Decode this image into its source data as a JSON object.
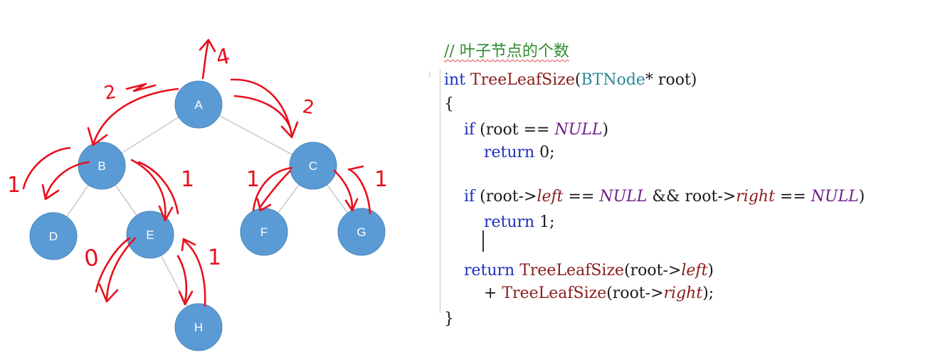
{
  "tree": {
    "nodes": [
      {
        "id": "A",
        "label": "A"
      },
      {
        "id": "B",
        "label": "B"
      },
      {
        "id": "C",
        "label": "C"
      },
      {
        "id": "D",
        "label": "D"
      },
      {
        "id": "E",
        "label": "E"
      },
      {
        "id": "F",
        "label": "F"
      },
      {
        "id": "G",
        "label": "G"
      },
      {
        "id": "H",
        "label": "H"
      }
    ],
    "edges": [
      [
        "A",
        "B"
      ],
      [
        "A",
        "C"
      ],
      [
        "B",
        "D"
      ],
      [
        "B",
        "E"
      ],
      [
        "E",
        "H"
      ],
      [
        "C",
        "F"
      ],
      [
        "C",
        "G"
      ]
    ],
    "node_color": "#5b9bd5",
    "edge_color": "#c8ccd2"
  },
  "annotations": {
    "ink_color": "#e8101d",
    "marks": {
      "root_return": "4",
      "a_to_b": "2",
      "a_to_c": "2",
      "b_to_d": "1",
      "b_to_e": "1",
      "e_to_d": "0",
      "e_to_h": "1",
      "c_to_f": "1",
      "c_to_g": "1"
    }
  },
  "code": {
    "comment": "// 叶子节点的个数",
    "lines": [
      {
        "tokens": [
          {
            "t": "int",
            "c": "kw"
          },
          {
            "t": " ",
            "c": ""
          },
          {
            "t": "TreeLeafSize",
            "c": "fn"
          },
          {
            "t": "(",
            "c": ""
          },
          {
            "t": "BTNode",
            "c": "ty"
          },
          {
            "t": "* root)",
            "c": ""
          }
        ]
      },
      {
        "tokens": [
          {
            "t": "{",
            "c": ""
          }
        ]
      },
      {
        "tokens": [
          {
            "t": "    if (root == ",
            "c": "kw-if"
          },
          {
            "t": "NULL",
            "c": "mac"
          },
          {
            "t": ")",
            "c": ""
          }
        ]
      },
      {
        "tokens": [
          {
            "t": "        return",
            "c": "kw"
          },
          {
            "t": " 0;",
            "c": ""
          }
        ]
      },
      {
        "tokens": [
          {
            "t": "",
            "c": ""
          }
        ]
      },
      {
        "tokens": [
          {
            "t": "    if (root->",
            "c": "kw-if"
          },
          {
            "t": "left",
            "c": "mem"
          },
          {
            "t": " == ",
            "c": ""
          },
          {
            "t": "NULL",
            "c": "mac"
          },
          {
            "t": " && root->",
            "c": ""
          },
          {
            "t": "right",
            "c": "mem"
          },
          {
            "t": " == ",
            "c": ""
          },
          {
            "t": "NULL",
            "c": "mac"
          },
          {
            "t": ")",
            "c": ""
          }
        ]
      },
      {
        "tokens": [
          {
            "t": "        return",
            "c": "kw"
          },
          {
            "t": " 1;",
            "c": ""
          }
        ]
      },
      {
        "tokens": [
          {
            "t": "",
            "c": ""
          }
        ]
      },
      {
        "tokens": [
          {
            "t": "    return",
            "c": "kw"
          },
          {
            "t": " ",
            "c": ""
          },
          {
            "t": "TreeLeafSize",
            "c": "fn"
          },
          {
            "t": "(root->",
            "c": ""
          },
          {
            "t": "left",
            "c": "mem"
          },
          {
            "t": ")",
            "c": ""
          }
        ]
      },
      {
        "tokens": [
          {
            "t": "        + ",
            "c": ""
          },
          {
            "t": "TreeLeafSize",
            "c": "fn"
          },
          {
            "t": "(root->",
            "c": ""
          },
          {
            "t": "right",
            "c": "mem"
          },
          {
            "t": ");",
            "c": ""
          }
        ]
      },
      {
        "tokens": [
          {
            "t": "}",
            "c": ""
          }
        ]
      }
    ]
  }
}
